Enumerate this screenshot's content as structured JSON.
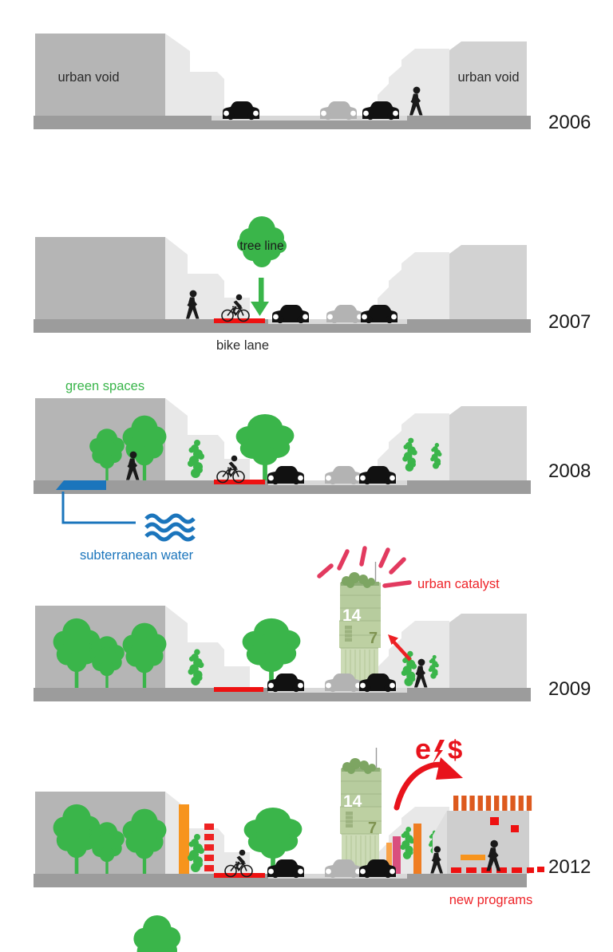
{
  "title": "urban street section evolution diagram",
  "colors": {
    "tree_green": "#3ab54a",
    "label_green": "#39b54a",
    "red": "#ee1111",
    "label_red": "#ee2429",
    "money_red": "#e8131c",
    "ray_pink": "#e23a5f",
    "blue": "#1b75bc",
    "orange": "#f7941d",
    "dark_orange": "#dd5a1e",
    "magenta": "#d94f7e",
    "building_left_gray": "#b5b5b5",
    "building_stepped_gray": "#e8e8e8",
    "building_right_gray": "#d2d2d2",
    "ground_gray": "#9c9c9c",
    "road_gray": "#d8d8d8",
    "tower_green": "#b7cc9e"
  },
  "panels": [
    {
      "year": "2006",
      "left_building_label": "urban void",
      "right_building_label": "urban void"
    },
    {
      "year": "2007",
      "tree_label": "tree line",
      "bike_label": "bike lane"
    },
    {
      "year": "2008",
      "green_label": "green spaces",
      "water_label": "subterranean water"
    },
    {
      "year": "2009",
      "catalyst_label": "urban catalyst",
      "tower_upper": "14",
      "tower_lower": "7"
    },
    {
      "year": "2012",
      "energy_symbol": "e",
      "dollar_symbol": "$",
      "programs_label": "new programs",
      "tower_upper": "14",
      "tower_lower": "7"
    }
  ]
}
